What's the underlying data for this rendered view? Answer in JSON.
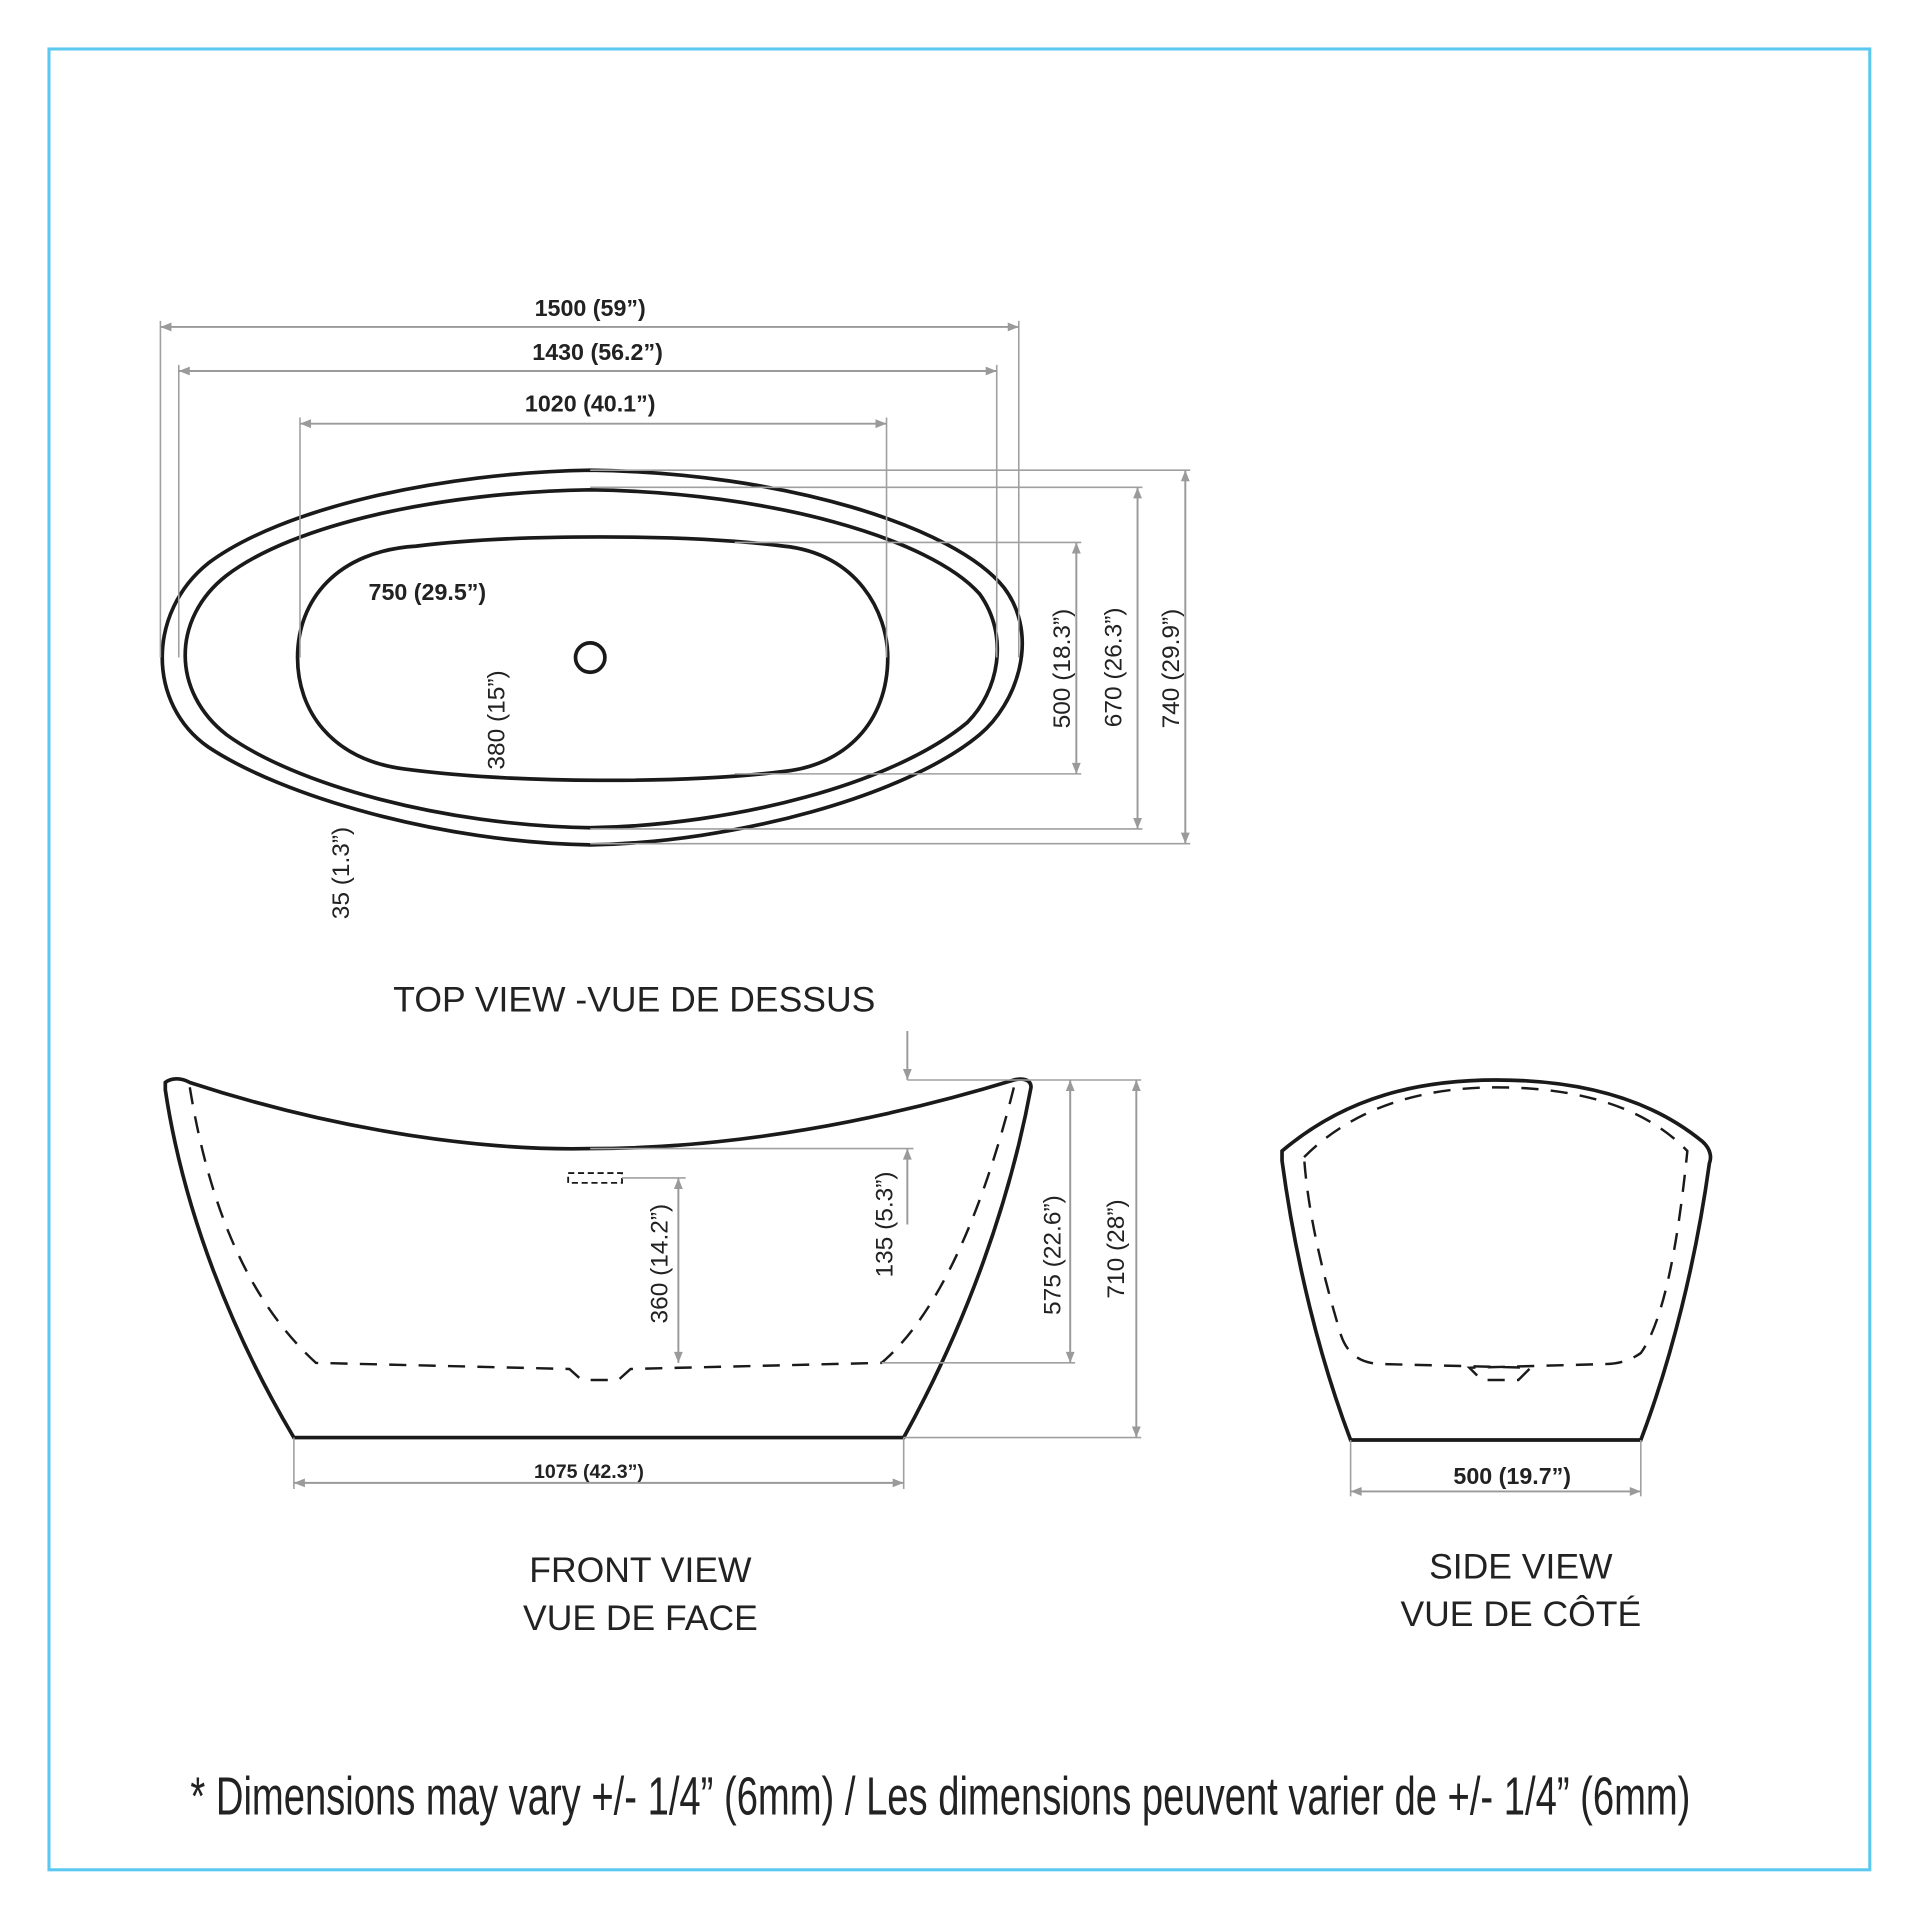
{
  "top_view": {
    "title": "TOP VIEW -VUE DE DESSUS",
    "dims": {
      "overall_length": "1500 (59”)",
      "rim_length": "1430 (56.2”)",
      "basin_length": "1020 (40.1”)",
      "basin_label": "750 (29.5”)",
      "basin_depth": "380 (15”)",
      "basin_width": "500 (18.3”)",
      "rim_width": "670 (26.3”)",
      "overall_width": "740 (29.9”)",
      "rim_thickness": "35 (1.3”)"
    }
  },
  "front_view": {
    "title_en": "FRONT VIEW",
    "title_fr": "VUE DE FACE",
    "dims": {
      "overflow_drop": "135 (5.3”)",
      "overflow_height": "360 (14.2”)",
      "interior_depth": "575 (22.6”)",
      "overall_height": "710 (28”)",
      "base_length": "1075 (42.3”)"
    }
  },
  "side_view": {
    "title_en": "SIDE VIEW",
    "title_fr": "VUE DE CÔTÉ",
    "dims": {
      "base_width": "500 (19.7”)"
    }
  },
  "note": "* Dimensions may vary +/- 1/4” (6mm) / Les dimensions peuvent varier de +/- 1/4” (6mm)",
  "colors": {
    "frame": "#5bc8ef",
    "dimension": "#9a9a9a",
    "outline": "#1a1a1a"
  }
}
